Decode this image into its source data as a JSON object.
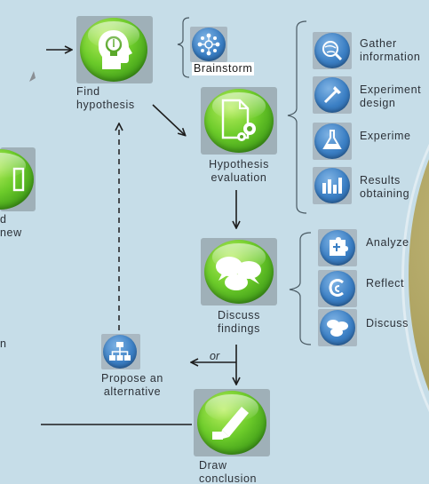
{
  "nodes": {
    "find_hypothesis": {
      "line1": "Find",
      "line2": "hypothesis"
    },
    "brainstorm": {
      "label": "Brainstorm"
    },
    "hypothesis_evaluation": {
      "line1": "Hypothesis",
      "line2": "evaluation"
    },
    "discuss_findings": {
      "line1": "Discuss",
      "line2": "findings"
    },
    "propose_alternative": {
      "line1": "Propose an",
      "line2": "alternative"
    },
    "draw_conclusion": {
      "line1": "Draw",
      "line2": "conclusion"
    }
  },
  "evaluation_steps": [
    {
      "line1": "Gather",
      "line2": "information",
      "icon": "globe-search-icon"
    },
    {
      "line1": "Experiment",
      "line2": "design",
      "icon": "tools-icon"
    },
    {
      "line1": "Experime",
      "line2": "",
      "icon": "flask-icon"
    },
    {
      "line1": "Results",
      "line2": "obtaining",
      "icon": "bar-chart-icon"
    }
  ],
  "findings_steps": [
    {
      "label": "Analyze",
      "icon": "puzzle-icon"
    },
    {
      "label": "Reflect",
      "icon": "reflect-icon"
    },
    {
      "label": "Discuss",
      "icon": "discuss-bubbles-icon"
    }
  ],
  "left_partial": {
    "line1": "d",
    "line2": "new",
    "line3": "n"
  },
  "edge_labels": {
    "or": "or"
  },
  "colors": {
    "background": "#c6dde8",
    "green": "#5fbd24",
    "blue": "#3b7fc4",
    "olive": "#a59a56"
  }
}
